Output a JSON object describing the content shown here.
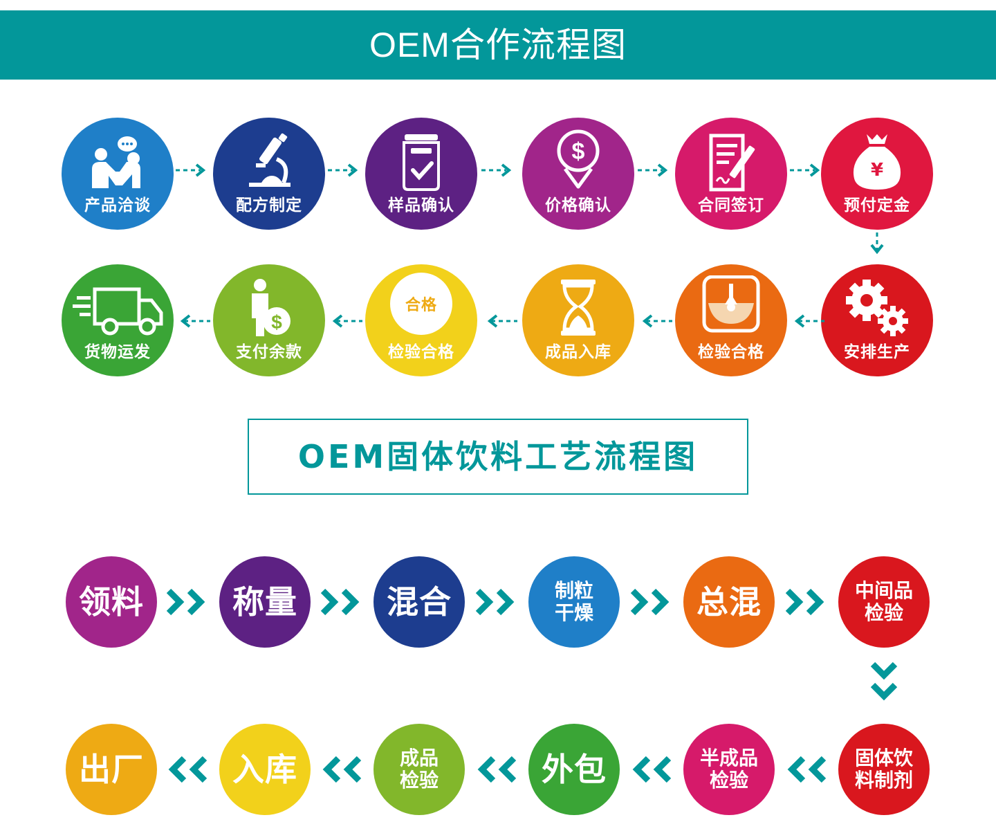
{
  "banner_title": "OEM合作流程图",
  "coop_steps": [
    {
      "label": "产品洽谈",
      "icon": "handshake-chat-icon",
      "color": "#1f7fc8"
    },
    {
      "label": "配方制定",
      "icon": "microscope-icon",
      "color": "#1d3d8f"
    },
    {
      "label": "样品确认",
      "icon": "sample-jar-check-icon",
      "color": "#5d2183"
    },
    {
      "label": "价格确认",
      "icon": "dollar-pin-icon",
      "color": "#a1258a"
    },
    {
      "label": "合同签订",
      "icon": "contract-sign-icon",
      "color": "#d61a6a"
    },
    {
      "label": "预付定金",
      "icon": "money-bag-yuan-icon",
      "color": "#e0173f"
    },
    {
      "label": "安排生产",
      "icon": "gears-icon",
      "color": "#d9171e"
    },
    {
      "label": "检验合格",
      "icon": "flask-inspection-icon",
      "color": "#ea6a12"
    },
    {
      "label": "成品入库",
      "icon": "hourglass-icon",
      "color": "#eeaa14"
    },
    {
      "label": "检验合格",
      "icon": "pass-stamp-icon",
      "badge": "合格",
      "color": "#f2d11b"
    },
    {
      "label": "支付余款",
      "icon": "person-dollar-icon",
      "color": "#82b72b"
    },
    {
      "label": "货物运发",
      "icon": "delivery-truck-icon",
      "color": "#3aa536"
    }
  ],
  "process_title": "OEM固体饮料工艺流程图",
  "process_steps": [
    {
      "label": "领料",
      "color": "#a1258a",
      "size": "big"
    },
    {
      "label": "称量",
      "color": "#5d2183",
      "size": "big"
    },
    {
      "label": "混合",
      "color": "#1d3d8f",
      "size": "big"
    },
    {
      "label": "制粒\n干燥",
      "color": "#1f7fc8",
      "size": "small"
    },
    {
      "label": "总混",
      "color": "#ea6a12",
      "size": "big"
    },
    {
      "label": "中间品\n检验",
      "color": "#d9171e",
      "size": "small"
    },
    {
      "label": "固体饮\n料制剂",
      "color": "#d9171e",
      "size": "small"
    },
    {
      "label": "半成品\n检验",
      "color": "#d61a6a",
      "size": "small"
    },
    {
      "label": "外包",
      "color": "#3aa536",
      "size": "big"
    },
    {
      "label": "成品\n检验",
      "color": "#82b72b",
      "size": "small"
    },
    {
      "label": "入库",
      "color": "#f2d11b",
      "size": "big"
    },
    {
      "label": "出厂",
      "color": "#eeaa14",
      "size": "big"
    }
  ],
  "arrow_color": "#03979a"
}
